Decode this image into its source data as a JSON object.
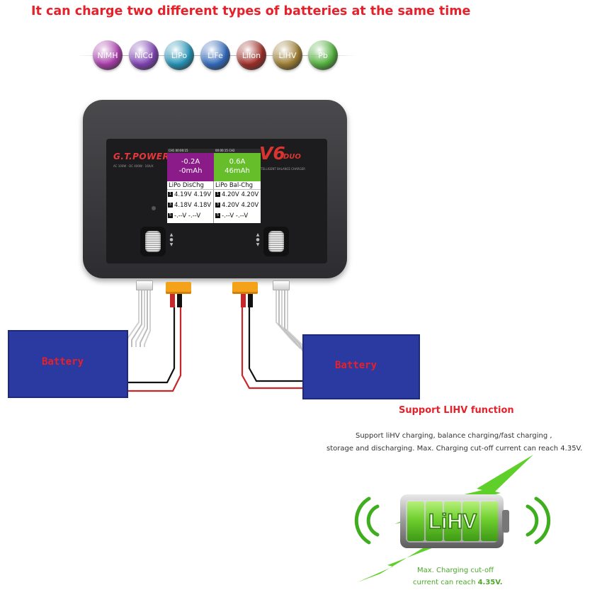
{
  "headline": "It can charge two different types of batteries at the same time",
  "battery_types": [
    {
      "label": "NiMH",
      "color": "#a63aa8"
    },
    {
      "label": "NiCd",
      "color": "#7c3fb0"
    },
    {
      "label": "LiPo",
      "color": "#1f8fb3"
    },
    {
      "label": "LiFe",
      "color": "#2f66b8"
    },
    {
      "label": "LiIon",
      "color": "#9b2a24"
    },
    {
      "label": "LiHV",
      "color": "#9a7a2f"
    },
    {
      "label": "Pb",
      "color": "#4fae3a"
    }
  ],
  "charger": {
    "brand": "G.T.POWER",
    "spec_text": "AC 100W · DC 400W · 16A/X",
    "model": "V6",
    "model_sub": "DUO",
    "tagline": "INTELLIGENT BALANCE CHARGER",
    "screen": {
      "channel_1": {
        "header": "CH1  00:00:15",
        "current": "-0.2A",
        "capacity": "-0mAh",
        "mode": "LiPo DisChg",
        "cells": [
          {
            "num": "1",
            "values": "4.19V 4.19V"
          },
          {
            "num": "3",
            "values": "4.18V 4.18V"
          },
          {
            "num": "5",
            "values": "-.--V -.--V"
          }
        ]
      },
      "channel_2": {
        "header": "00:00:15  CH2",
        "current": "0.6A",
        "capacity": "46mAh",
        "mode": "LiPo Bal-Chg",
        "cells": [
          {
            "num": "1",
            "values": "4.20V 4.20V"
          },
          {
            "num": "3",
            "values": "4.20V 4.20V"
          },
          {
            "num": "5",
            "values": "-.--V -.--V"
          }
        ]
      }
    }
  },
  "batteries": {
    "left_label": "Battery",
    "right_label": "Battery",
    "color": "#2a3aa0"
  },
  "lihv": {
    "title": "Support LIHV function",
    "desc_line_1": "Support liHV charging, balance charging/fast charging ,",
    "desc_line_2": "storage and discharging. Max. Charging cut-off current can reach 4.35V.",
    "badge_text": "LiHV",
    "caption_line_1": "Max. Charging cut-off",
    "caption_line_2_prefix": "current can reach ",
    "caption_line_2_value": "4.35V."
  },
  "colors": {
    "accent_red": "#e8202a",
    "green": "#4ba82a"
  }
}
